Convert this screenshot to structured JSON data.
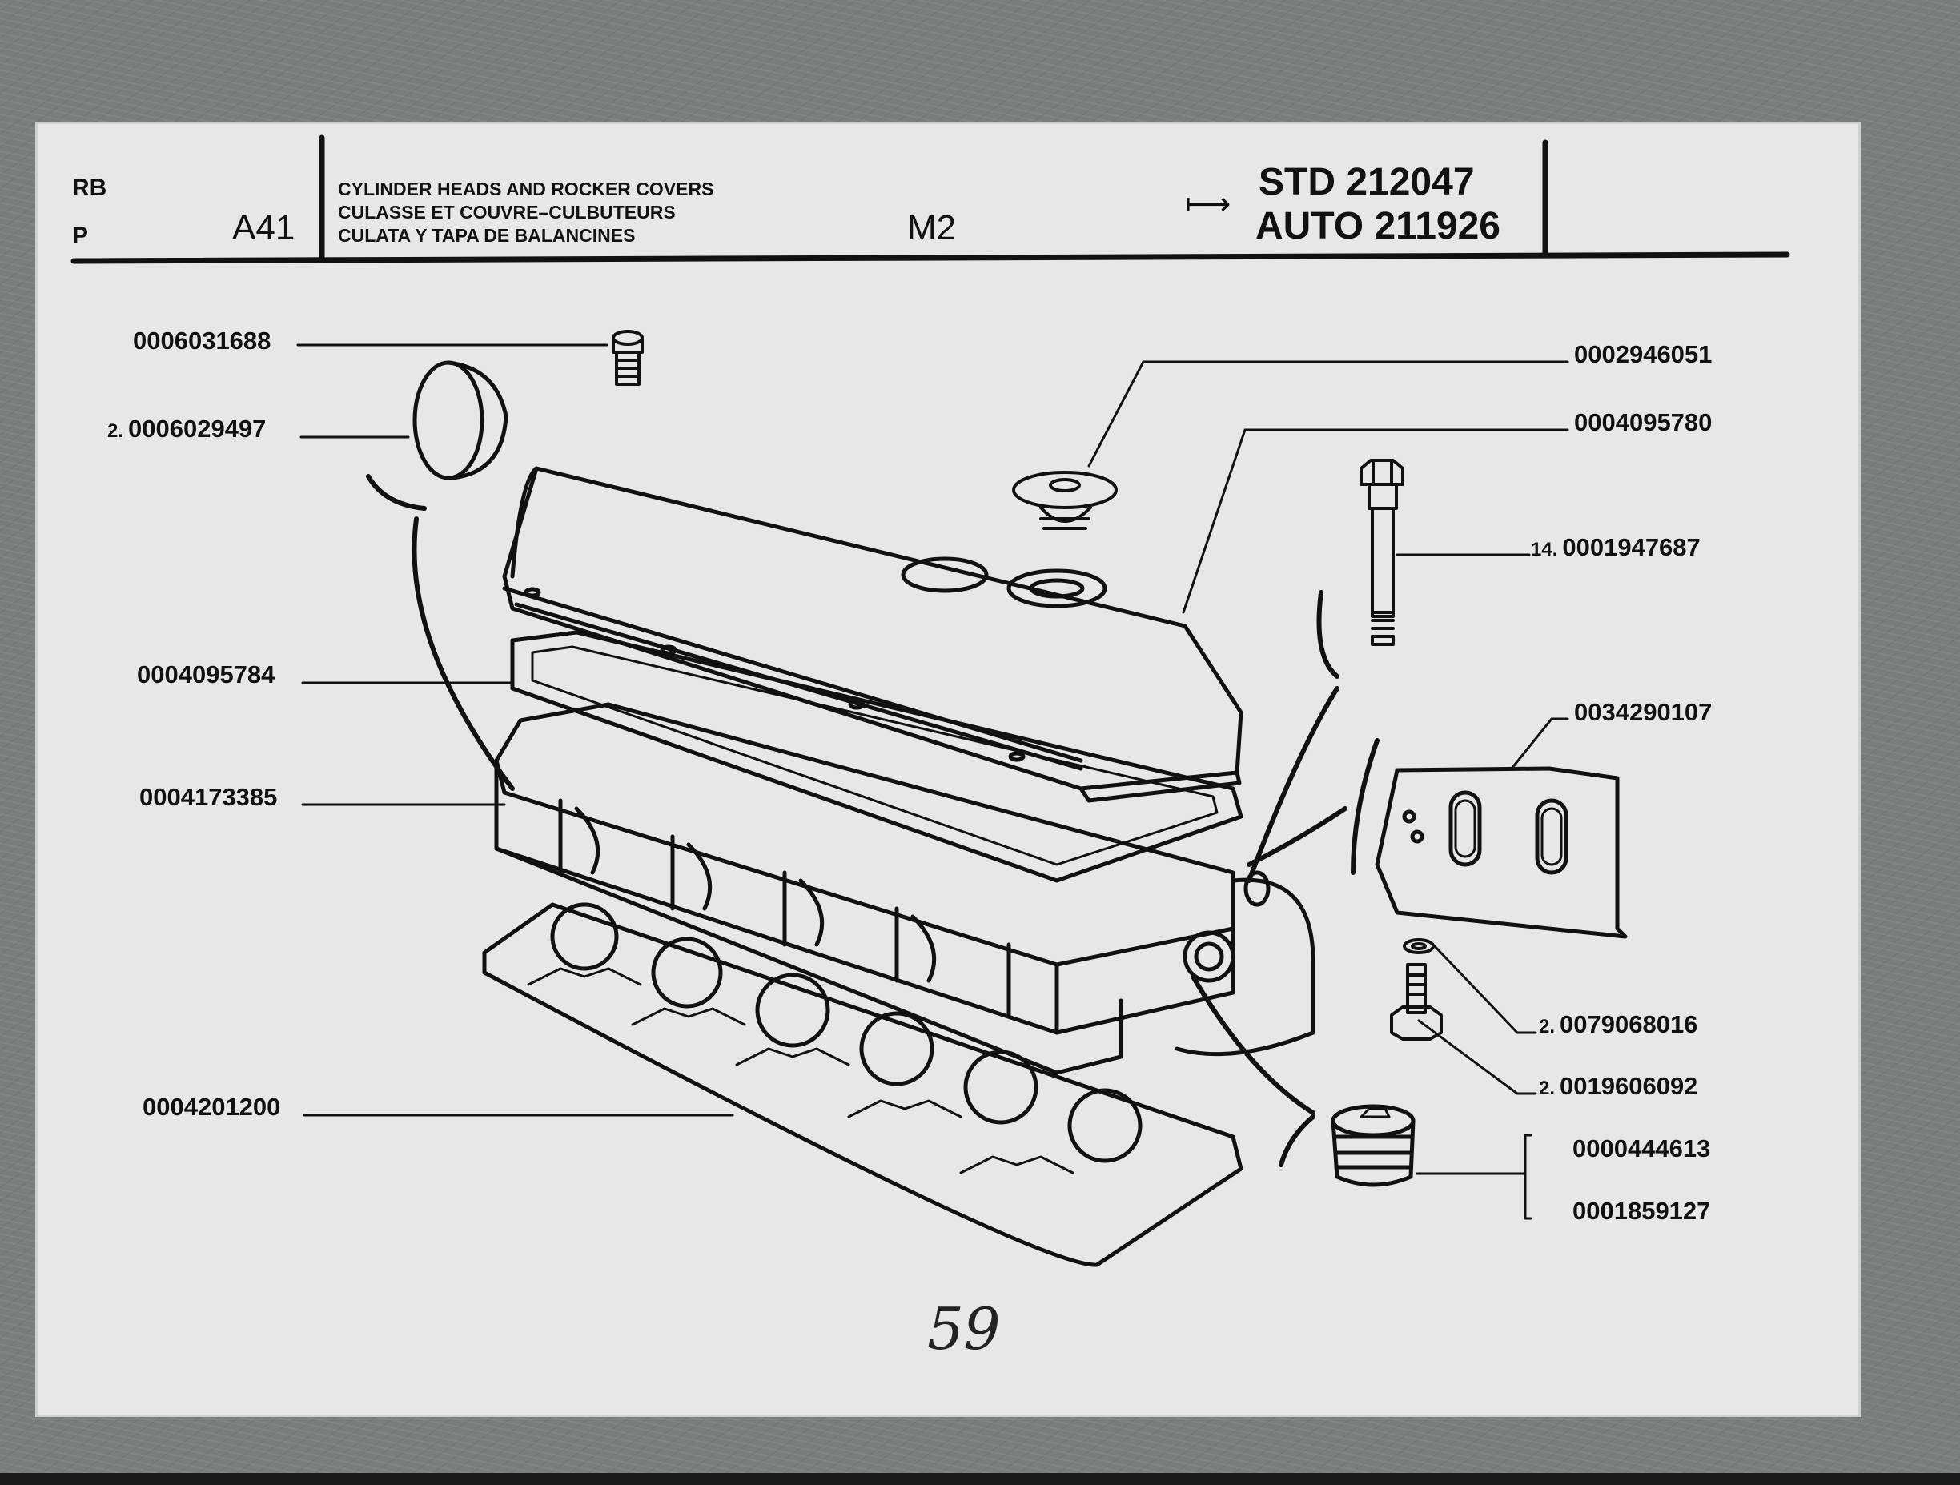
{
  "header": {
    "code_rb": "RB",
    "code_p": "P",
    "group": "A41",
    "titles": [
      "CYLINDER HEADS AND ROCKER COVERS",
      "CULASSE ET COUVRE–CULBUTEURS",
      "CULATA Y TAPA DE BALANCINES"
    ],
    "model": "M2",
    "arrow": "⟼",
    "std": "STD 212047",
    "auto": "AUTO 211926"
  },
  "parts": {
    "p1": {
      "qty": "",
      "number": "0006031688"
    },
    "p2": {
      "qty": "2.",
      "number": "0006029497"
    },
    "p3": {
      "qty": "",
      "number": "0004095784"
    },
    "p4": {
      "qty": "",
      "number": "0004173385"
    },
    "p5": {
      "qty": "",
      "number": "0004201200"
    },
    "p6": {
      "qty": "",
      "number": "0002946051"
    },
    "p7": {
      "qty": "",
      "number": "0004095780"
    },
    "p8": {
      "qty": "14.",
      "number": "0001947687"
    },
    "p9": {
      "qty": "",
      "number": "0034290107"
    },
    "p10": {
      "qty": "2.",
      "number": "0079068016"
    },
    "p11": {
      "qty": "2.",
      "number": "0019606092"
    },
    "p12": {
      "qty": "",
      "number": "0000444613"
    },
    "p13": {
      "qty": "",
      "number": "0001859127"
    }
  },
  "page_number": "59"
}
